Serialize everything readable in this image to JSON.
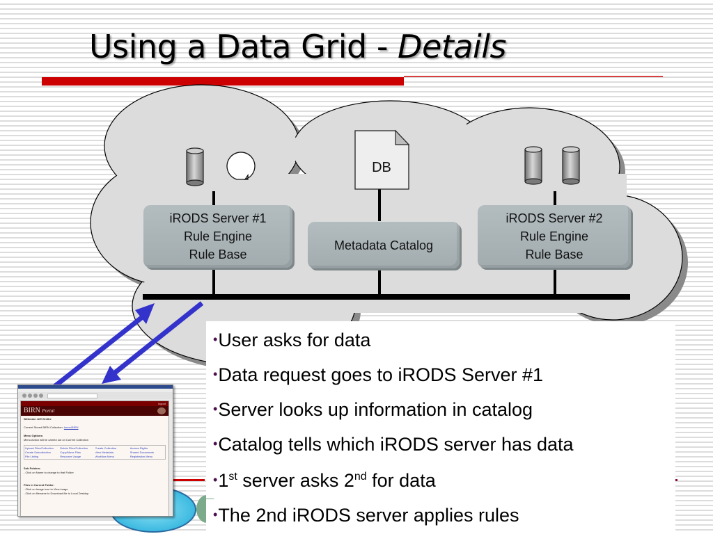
{
  "slide": {
    "title_main": "Using a Data Grid - ",
    "title_italic": "Details",
    "colors": {
      "accent_red": "#cc0000",
      "cloud_fill": "#dcdcdc",
      "arrow_blue": "#3333cc",
      "server_box": "#aab3b6",
      "bullet_dot": "#4b0f4b"
    }
  },
  "diagram": {
    "server1": {
      "lines": [
        "iRODS Server #1",
        "Rule Engine",
        "Rule Base"
      ],
      "icons": [
        "storage-cylinder-icon",
        "tape-storage-icon"
      ]
    },
    "catalog": {
      "label": "Metadata Catalog"
    },
    "database": {
      "label": "DB"
    },
    "server2": {
      "lines": [
        "iRODS Server #2",
        "Rule Engine",
        "Rule Base"
      ],
      "icons": [
        "storage-cylinder-icon",
        "storage-cylinder-icon"
      ]
    }
  },
  "bullets": [
    {
      "text": "User asks for data"
    },
    {
      "text": "Data request goes to iRODS Server #1"
    },
    {
      "text": "Server looks up information in catalog"
    },
    {
      "text": "Catalog tells which iRODS server has data"
    },
    {
      "pre": "1",
      "sup1": "st",
      "mid": " server asks 2",
      "sup2": "nd",
      "post": " for data"
    },
    {
      "text": "The 2nd iRODS server applies rules"
    }
  ],
  "portal_screenshot": {
    "logout": "logout",
    "brand": "BIRN",
    "brand_sub": "Portal",
    "welcome": "Welcome Jeff Grethe",
    "collection_label": "Current Stored BIRN Collection:",
    "collection_link": "home/BIRN",
    "menu_options": "Menu Options:",
    "menu_desc": "Menu Action will be carried out on Current Collection",
    "links": [
      "Upload Files/Collection",
      "Delete Files/Collection",
      "Create Collection",
      "Access Rights",
      "Create Subcollection",
      "Copy/Move Files",
      "View Metadata",
      "Shared Documents",
      "File Listing",
      "Resource Usage",
      "Workflow Menu",
      "Registration Menu"
    ],
    "subfolders": "Sub Folders:",
    "subfolders_hint": "- Click on Name to change to that Folder",
    "files_label": "Files in Current Folder:",
    "files_hint1": "- Click on Image icon to View image",
    "files_hint2": "- Click on filename to Download file to Local Desktop"
  }
}
